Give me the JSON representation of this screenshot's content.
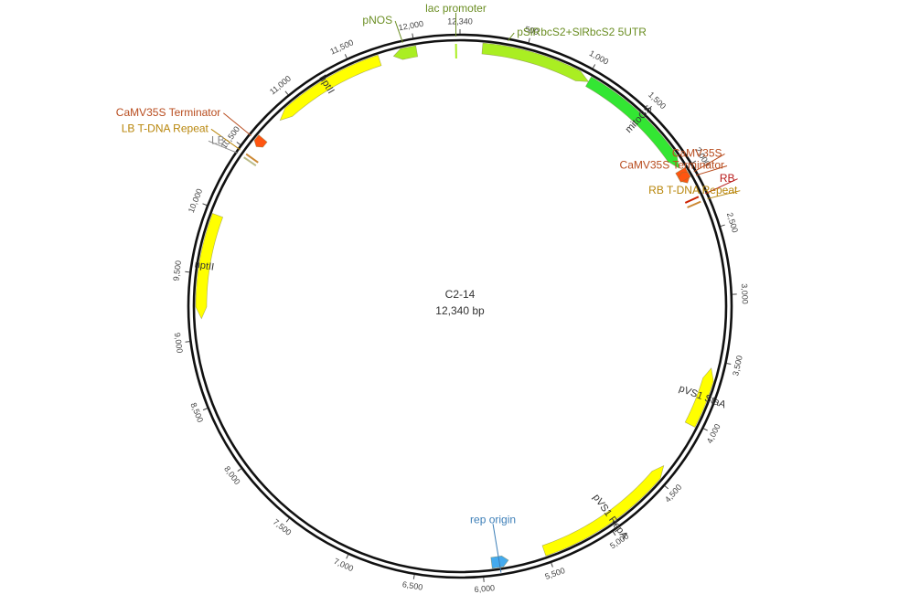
{
  "plasmid": {
    "name": "C2-14",
    "length_label": "12,340 bp",
    "total_bp": 12340
  },
  "ticks": [
    {
      "bp": 500,
      "label": "500"
    },
    {
      "bp": 1000,
      "label": "1,000"
    },
    {
      "bp": 1500,
      "label": "1,500"
    },
    {
      "bp": 2000,
      "label": "2,000"
    },
    {
      "bp": 2500,
      "label": "2,500"
    },
    {
      "bp": 3000,
      "label": "3,000"
    },
    {
      "bp": 3500,
      "label": "3,500"
    },
    {
      "bp": 4000,
      "label": "4,000"
    },
    {
      "bp": 4500,
      "label": "4,500"
    },
    {
      "bp": 5000,
      "label": "5,000"
    },
    {
      "bp": 5500,
      "label": "5,500"
    },
    {
      "bp": 6000,
      "label": "6,000"
    },
    {
      "bp": 6500,
      "label": "6,500"
    },
    {
      "bp": 7000,
      "label": "7,000"
    },
    {
      "bp": 7500,
      "label": "7,500"
    },
    {
      "bp": 8000,
      "label": "8,000"
    },
    {
      "bp": 8500,
      "label": "8,500"
    },
    {
      "bp": 9000,
      "label": "9,000"
    },
    {
      "bp": 9500,
      "label": "9,500"
    },
    {
      "bp": 10000,
      "label": "10,000"
    },
    {
      "bp": 10500,
      "label": "10,500"
    },
    {
      "bp": 11000,
      "label": "11,000"
    },
    {
      "bp": 11500,
      "label": "11,500"
    },
    {
      "bp": 12000,
      "label": "12,000"
    },
    {
      "bp": 12340,
      "label": "12,340"
    }
  ],
  "arc_features": [
    {
      "name": "pSlRbcS2+SlRbcS2 5UTR",
      "start": 170,
      "end": 1020,
      "dir": 1,
      "color": "#aaee22",
      "label_on_arc": false
    },
    {
      "name": "mitoGS",
      "start": 1020,
      "end": 1980,
      "dir": 1,
      "color": "#33e633",
      "label_on_arc": true
    },
    {
      "name": "CaMV35S Terminator",
      "start": 2000,
      "end": 2110,
      "dir": 1,
      "color": "#ff5511",
      "label_on_arc": false
    },
    {
      "name": "CaMV35S",
      "start": 2020,
      "end": 2080,
      "dir": -1,
      "color": "#ff5511",
      "label_on_arc": false
    },
    {
      "name": "pVS1 StaA",
      "start": 3560,
      "end": 4020,
      "dir": -1,
      "color": "#ffff00",
      "label_on_arc": true
    },
    {
      "name": "pVS1 RepA",
      "start": 4390,
      "end": 5520,
      "dir": -1,
      "color": "#ffff00",
      "label_on_arc": true
    },
    {
      "name": "rep origin",
      "start": 5800,
      "end": 5930,
      "dir": -1,
      "color": "#44aaee",
      "label_on_arc": false
    },
    {
      "name": "nptII",
      "start": 9160,
      "end": 9960,
      "dir": -1,
      "color": "#ffff00",
      "label_on_arc": true
    },
    {
      "name": "CaMV35S Terminator",
      "start": 10560,
      "end": 10640,
      "dir": -1,
      "color": "#ff5511",
      "label_on_arc": false
    },
    {
      "name": "hptII",
      "start": 10830,
      "end": 11720,
      "dir": -1,
      "color": "#ffff00",
      "label_on_arc": true
    },
    {
      "name": "pNOS",
      "start": 11830,
      "end": 12010,
      "dir": -1,
      "color": "#aaee22",
      "label_on_arc": false
    }
  ],
  "small_features": [
    {
      "name": "lac promoter",
      "bp": 12310,
      "color": "#aaee22"
    },
    {
      "name": "RB",
      "bp": 2240,
      "color": "#cc2200"
    },
    {
      "name": "RB T-DNA Repeat",
      "bp": 2280,
      "color": "#cc8833"
    },
    {
      "name": "LB",
      "bp": 10440,
      "color": "#bbbb88"
    },
    {
      "name": "LB T-DNA Repeat",
      "bp": 10470,
      "color": "#cc8833"
    }
  ],
  "labels": [
    {
      "text": "lac promoter",
      "bp": 12310,
      "side": "middle",
      "color": "#6b8e23"
    },
    {
      "text": "pNOS",
      "bp": 11920,
      "side": "end",
      "color": "#6b8e23"
    },
    {
      "text": "pSlRbcS2+SlRbcS2 5UTR",
      "bp": 350,
      "side": "start",
      "color": "#6b8e23"
    },
    {
      "text": "CaMV35S",
      "bp": 2060,
      "side": "end",
      "color": "#b84c1e"
    },
    {
      "text": "CaMV35S Terminator",
      "bp": 2090,
      "side": "end",
      "color": "#b84c1e"
    },
    {
      "text": "RB",
      "bp": 2240,
      "side": "end",
      "color": "#b81a1a"
    },
    {
      "text": "RB T-DNA Repeat",
      "bp": 2280,
      "side": "end",
      "color": "#b8860b"
    },
    {
      "text": "rep origin",
      "bp": 5870,
      "side": "middle",
      "color": "#3d7fb8"
    },
    {
      "text": "CaMV35S Terminator",
      "bp": 10600,
      "side": "end",
      "color": "#b84c1e"
    },
    {
      "text": "LB T-DNA Repeat",
      "bp": 10470,
      "side": "end",
      "color": "#b8860b"
    },
    {
      "text": "LB",
      "bp": 10440,
      "side": "start",
      "color": "#888888"
    }
  ]
}
